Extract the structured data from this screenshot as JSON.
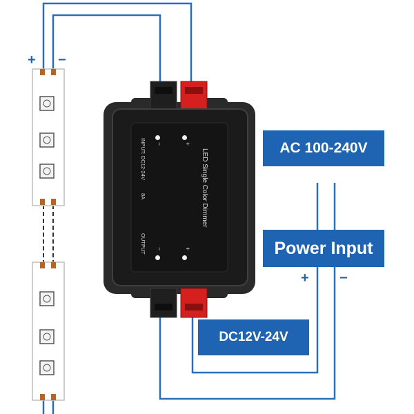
{
  "labels": {
    "ac_input": "AC 100-240V",
    "power_input": "Power Input",
    "dc_output": "DC12V-24V"
  },
  "polarity": {
    "strip_plus": "+",
    "strip_minus": "−",
    "power_plus": "+",
    "power_minus": "−"
  },
  "device": {
    "title": "LED Single Color Dimmer",
    "input_text": "INPUT: DC12-24V",
    "current": "8A",
    "output_text": "OUTPUT",
    "input_minus": "−",
    "input_plus": "+",
    "output_minus": "−",
    "output_plus": "+"
  },
  "colors": {
    "accent_blue": "#1f63b3",
    "wire_blue": "#2a6fb6",
    "device_body": "#1b1b1b",
    "terminal_red": "#d62020"
  }
}
